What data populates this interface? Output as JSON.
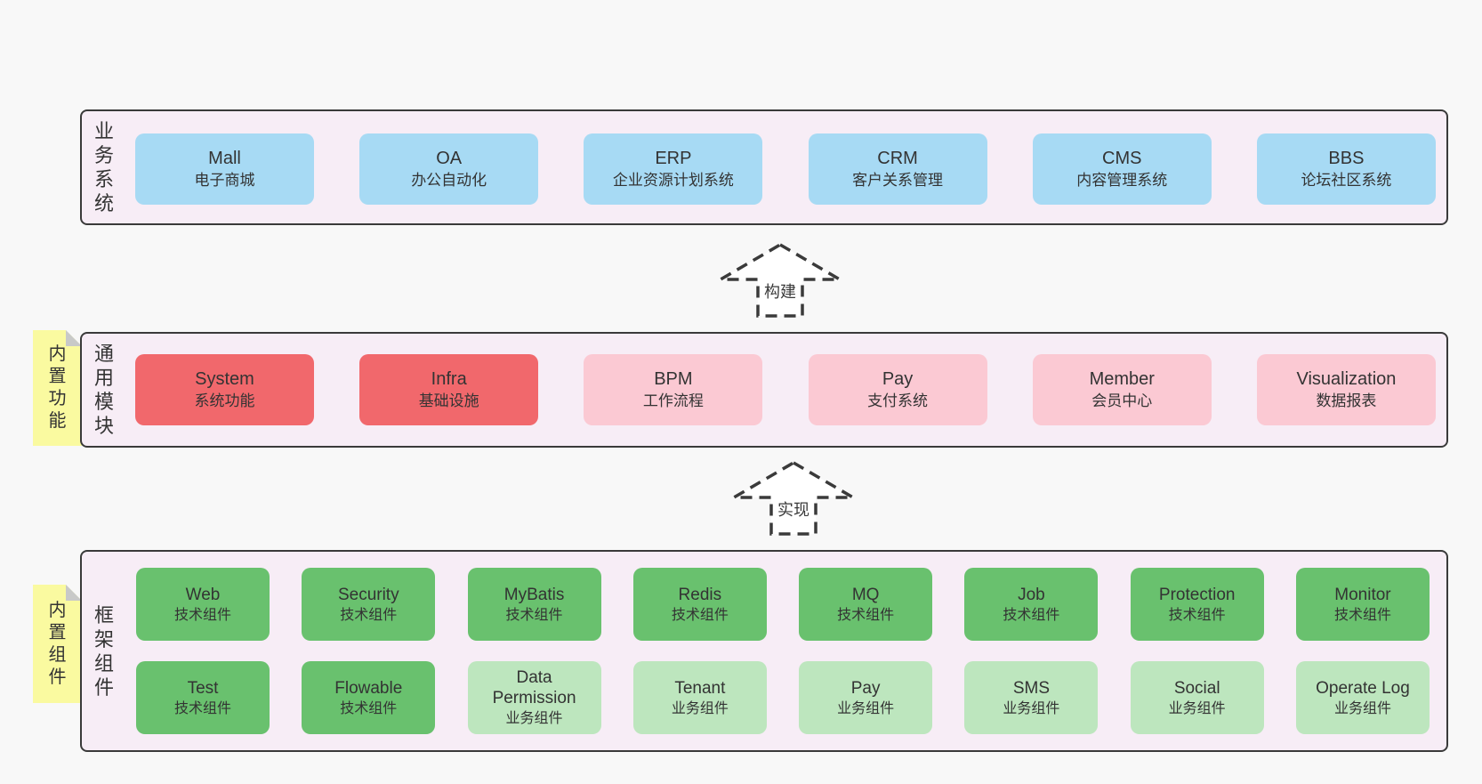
{
  "colors": {
    "page_background": "#f8f8f8",
    "panel_background": "#f7edf6",
    "panel_border": "#3a3a3a",
    "blue_box": "#a7daf4",
    "red_box": "#f1686c",
    "pink_box": "#fbc9d3",
    "green_box": "#69c16e",
    "light_green_box": "#bde6be",
    "sticky_note": "#fafaa0",
    "sticky_fold": "#c8c9c8"
  },
  "layers": [
    {
      "label": "业务系统",
      "boxes": [
        {
          "title": "Mall",
          "subtitle": "电子商城"
        },
        {
          "title": "OA",
          "subtitle": "办公自动化"
        },
        {
          "title": "ERP",
          "subtitle": "企业资源计划系统"
        },
        {
          "title": "CRM",
          "subtitle": "客户关系管理"
        },
        {
          "title": "CMS",
          "subtitle": "内容管理系统"
        },
        {
          "title": "BBS",
          "subtitle": "论坛社区系统"
        }
      ]
    },
    {
      "label": "通用模块",
      "sticky": "内置功能",
      "boxes": [
        {
          "title": "System",
          "subtitle": "系统功能"
        },
        {
          "title": "Infra",
          "subtitle": "基础设施"
        },
        {
          "title": "BPM",
          "subtitle": "工作流程"
        },
        {
          "title": "Pay",
          "subtitle": "支付系统"
        },
        {
          "title": "Member",
          "subtitle": "会员中心"
        },
        {
          "title": "Visualization",
          "subtitle": "数据报表"
        }
      ]
    },
    {
      "label": "框架组件",
      "sticky": "内置组件",
      "row1": [
        {
          "title": "Web",
          "subtitle": "技术组件"
        },
        {
          "title": "Security",
          "subtitle": "技术组件"
        },
        {
          "title": "MyBatis",
          "subtitle": "技术组件"
        },
        {
          "title": "Redis",
          "subtitle": "技术组件"
        },
        {
          "title": "MQ",
          "subtitle": "技术组件"
        },
        {
          "title": "Job",
          "subtitle": "技术组件"
        },
        {
          "title": "Protection",
          "subtitle": "技术组件"
        },
        {
          "title": "Monitor",
          "subtitle": "技术组件"
        }
      ],
      "row2": [
        {
          "title": "Test",
          "subtitle": "技术组件"
        },
        {
          "title": "Flowable",
          "subtitle": "技术组件"
        },
        {
          "title": "Data Permission",
          "subtitle": "业务组件"
        },
        {
          "title": "Tenant",
          "subtitle": "业务组件"
        },
        {
          "title": "Pay",
          "subtitle": "业务组件"
        },
        {
          "title": "SMS",
          "subtitle": "业务组件"
        },
        {
          "title": "Social",
          "subtitle": "业务组件"
        },
        {
          "title": "Operate Log",
          "subtitle": "业务组件"
        }
      ]
    }
  ],
  "arrows": [
    {
      "label": "构建"
    },
    {
      "label": "实现"
    }
  ]
}
